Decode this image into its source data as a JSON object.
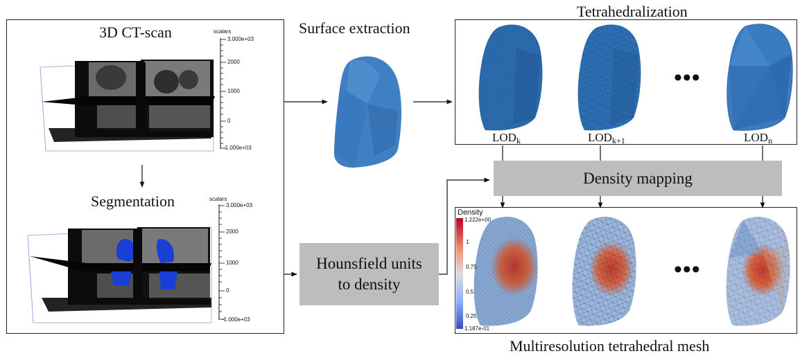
{
  "left_panel": {
    "ct_title": "3D CT-scan",
    "seg_title": "Segmentation",
    "ct_colorbar": {
      "title": "scalars",
      "ticks": [
        "3.000e+03",
        "2000",
        "1000",
        "0",
        "-1.000e+03"
      ]
    },
    "seg_colorbar": {
      "title": "scalars",
      "ticks": [
        "3.000e+03",
        "2000",
        "1000",
        "0",
        "-1.000e+03"
      ]
    }
  },
  "surface": {
    "title": "Surface extraction"
  },
  "tetra": {
    "title": "Tetrahedralization",
    "lods": [
      {
        "base": "LOD",
        "sub": "k"
      },
      {
        "base": "LOD",
        "sub": "k+1"
      },
      {
        "base": "LOD",
        "sub": "n"
      }
    ],
    "ellipsis": "•••"
  },
  "density_mapping": {
    "label": "Density mapping"
  },
  "hounsfield": {
    "line1": "Hounsfield units",
    "line2": "to density"
  },
  "multires": {
    "caption": "Multiresolution tetrahedral mesh",
    "legend_title": "Density",
    "legend_ticks": [
      "1.222e+00",
      "1",
      "0.75",
      "0.5",
      "0.25",
      "1.187e-01"
    ],
    "ellipsis": "•••"
  },
  "colors": {
    "lung_blue": "#3f7fc4",
    "mesh_blue": "#2e6fb3",
    "segment_blue": "#1a3fd6",
    "gray_box": "#bdbdbd",
    "density_low": "#3b4cc0",
    "density_high": "#b40426"
  }
}
